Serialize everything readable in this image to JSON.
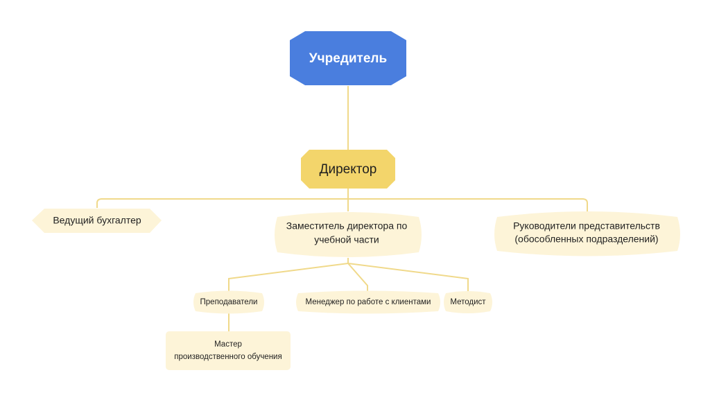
{
  "nodes": {
    "founder": {
      "label": "Учредитель"
    },
    "director": {
      "label": "Директор"
    },
    "chief_accountant": {
      "label": "Ведущий бухгалтер"
    },
    "deputy_director": {
      "lines": [
        "Заместитель директора по",
        "учебной части"
      ]
    },
    "branch_heads": {
      "lines": [
        "Руководители  представительств",
        "(обособленных подразделений)"
      ]
    },
    "teachers": {
      "label": "Преподаватели"
    },
    "client_manager": {
      "label": "Менеджер по работе с клиентами"
    },
    "methodist": {
      "label": "Методист"
    },
    "training_master": {
      "lines": [
        "Мастер",
        "производственного обучения"
      ]
    }
  },
  "colors": {
    "root_fill": "#4a7ede",
    "director_fill": "#f3d56b",
    "node_fill": "#fdf4d8",
    "edge": "#f0d98a"
  }
}
